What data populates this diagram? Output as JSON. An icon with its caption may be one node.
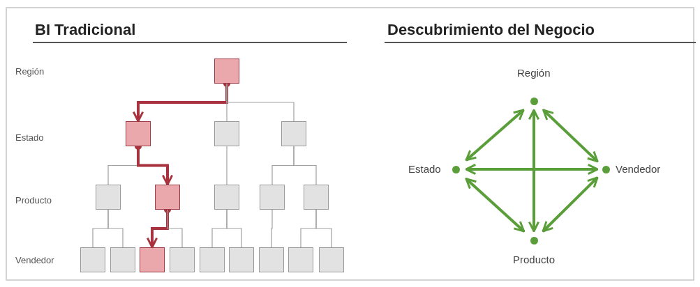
{
  "diagram": {
    "nodes": [
      {
        "text": [],
        "shape": "box"
      },
      {
        "text": [],
        "shape": "box"
      },
      {
        "text": [],
        "shape": "box"
      },
      {
        "text": [],
        "shape": "box"
      },
      {
        "text": [],
        "shape": "box"
      },
      {
        "text": [],
        "shape": "box"
      },
      {
        "text": [],
        "shape": "box"
      },
      {
        "text": [],
        "shape": "box"
      },
      {
        "text": [],
        "shape": "box"
      },
      {
        "text": [],
        "shape": "box"
      },
      {
        "text": [],
        "shape": "box"
      },
      {
        "text": [],
        "shape": "box"
      },
      {
        "text": [],
        "shape": "box"
      },
      {
        "text": [],
        "shape": "box"
      },
      {
        "text": [],
        "shape": "box"
      },
      {
        "text": [],
        "shape": "box"
      },
      {
        "text": [],
        "shape": "box"
      },
      {
        "text": [],
        "shape": "box"
      },
      {
        "text": [
          "Región"
        ]
      },
      {
        "text": [
          "Estado"
        ]
      },
      {
        "text": [
          "Vendedor"
        ]
      },
      {
        "text": [
          "Producto"
        ]
      }
    ],
    "edges": [
      {
        "from": 0,
        "to": 1,
        "arrow": "to",
        "style": "thick",
        "color": "#a8323e"
      },
      {
        "from": 0,
        "to": 2,
        "arrow": "none"
      },
      {
        "from": 0,
        "to": 3,
        "arrow": "none"
      },
      {
        "from": 1,
        "to": 4,
        "arrow": "none"
      },
      {
        "from": 1,
        "to": 5,
        "arrow": "to",
        "style": "thick",
        "color": "#a8323e"
      },
      {
        "from": 2,
        "to": 6,
        "arrow": "none"
      },
      {
        "from": 3,
        "to": 7,
        "arrow": "none"
      },
      {
        "from": 3,
        "to": 8,
        "arrow": "none"
      },
      {
        "from": 4,
        "to": 9,
        "arrow": "none"
      },
      {
        "from": 4,
        "to": 10,
        "arrow": "none"
      },
      {
        "from": 5,
        "to": 11,
        "arrow": "to",
        "style": "thick",
        "color": "#a8323e"
      },
      {
        "from": 5,
        "to": 12,
        "arrow": "none"
      },
      {
        "from": 6,
        "to": 13,
        "arrow": "none"
      },
      {
        "from": 6,
        "to": 14,
        "arrow": "none"
      },
      {
        "from": 7,
        "to": 15,
        "arrow": "none"
      },
      {
        "from": 8,
        "to": 16,
        "arrow": "none"
      },
      {
        "from": 8,
        "to": 17,
        "arrow": "none"
      },
      {
        "from": 19,
        "to": 18,
        "arrow": "both",
        "style": "thick",
        "color": "#5a9e3a"
      },
      {
        "from": 18,
        "to": 20,
        "arrow": "both",
        "style": "thick",
        "color": "#5a9e3a"
      },
      {
        "from": 19,
        "to": 21,
        "arrow": "both",
        "style": "thick",
        "color": "#5a9e3a"
      },
      {
        "from": 21,
        "to": 20,
        "arrow": "both",
        "style": "thick",
        "color": "#5a9e3a"
      },
      {
        "from": 18,
        "to": 21,
        "arrow": "both",
        "style": "thick",
        "color": "#5a9e3a"
      },
      {
        "from": 19,
        "to": 20,
        "arrow": "both",
        "style": "thick",
        "color": "#5a9e3a"
      }
    ],
    "labels": [
      "BI Tradicional",
      "Descubrimiento del Negocio",
      "Región",
      "Estado",
      "Producto",
      "Vendedor"
    ]
  }
}
